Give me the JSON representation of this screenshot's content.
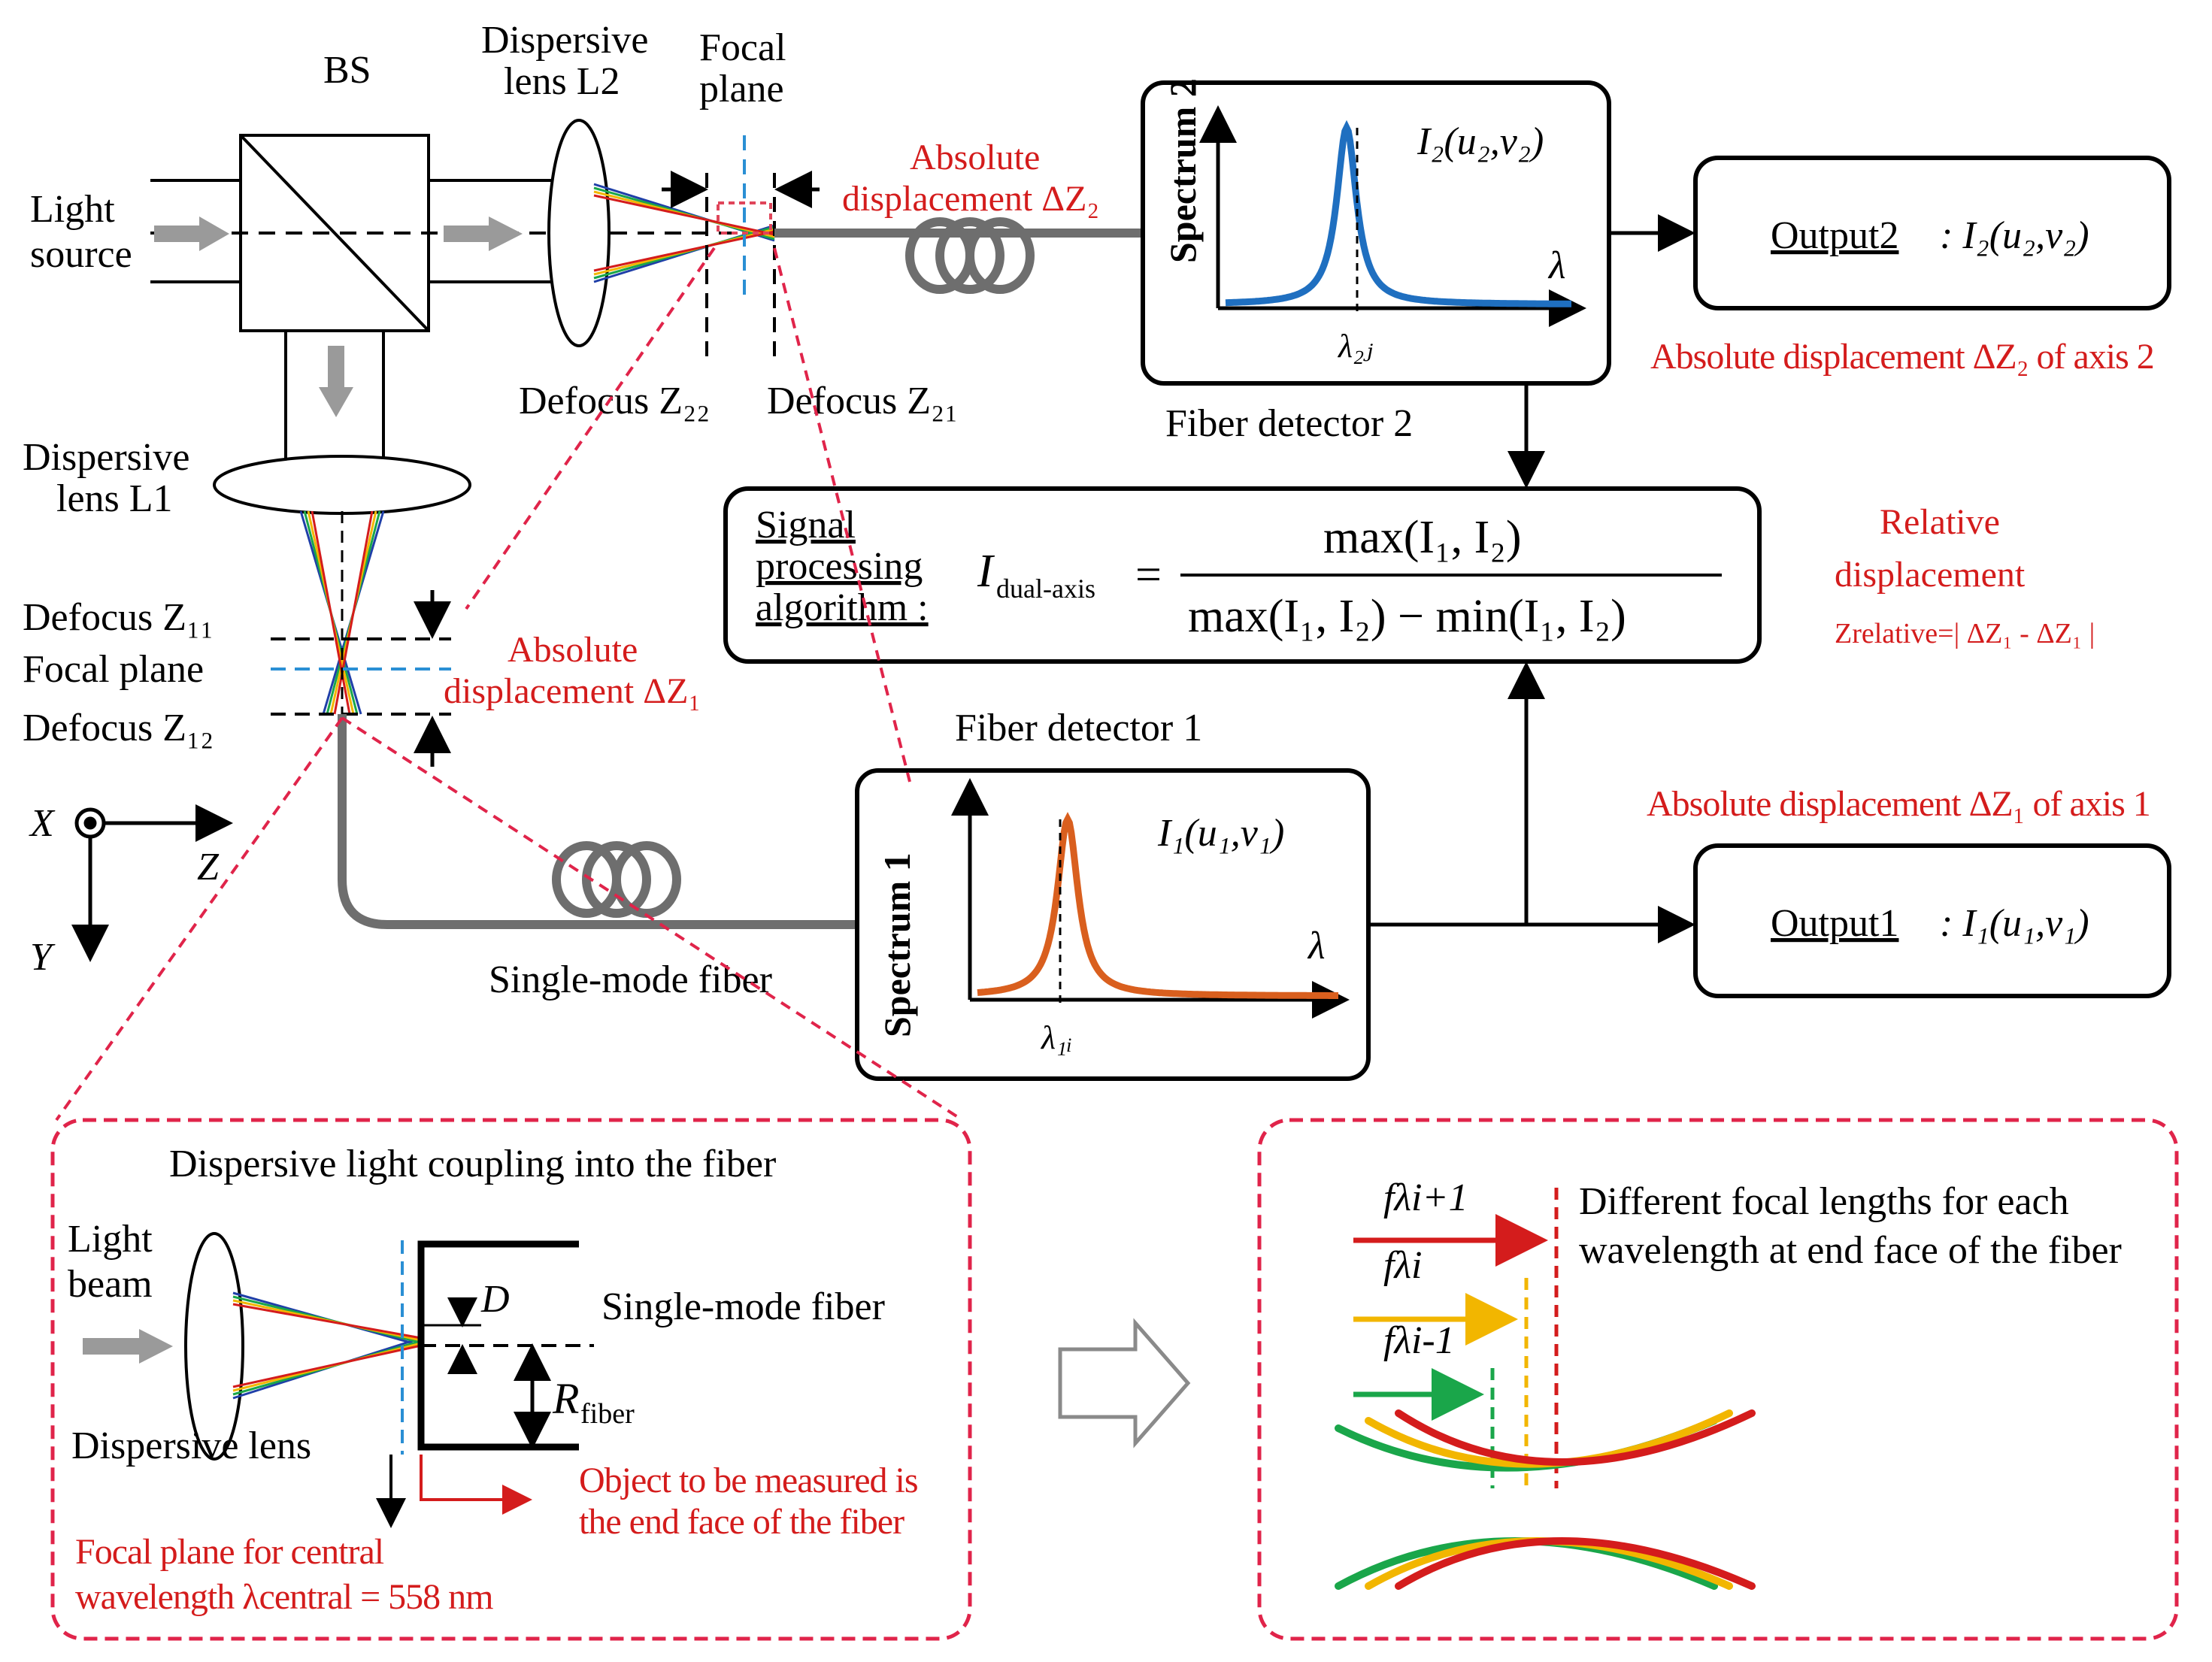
{
  "colors": {
    "red": "#d41c1c",
    "gray": "#7a7a7a",
    "blue_curve": "#1f6fc0",
    "orange_curve": "#d95f1e",
    "green": "#1aa64a",
    "yellow": "#f2b600",
    "dash_blue": "#2a8fd4"
  },
  "labels": {
    "bs": "BS",
    "light_source_1": "Light",
    "light_source_2": "source",
    "lens_l2_1": "Dispersive",
    "lens_l2_2": "lens L2",
    "focal_plane_1": "Focal",
    "focal_plane_2": "plane",
    "abs_disp2_1": "Absolute",
    "abs_disp2_2": "displacement ΔZ₂",
    "defocus_z22": "Defocus Z₂₂",
    "defocus_z21": "Defocus Z₂₁",
    "lens_l1_1": "Dispersive",
    "lens_l1_2": "lens L1",
    "defocus_z11": "Defocus Z₁₁",
    "focal_plane_l1": "Focal plane",
    "defocus_z12": "Defocus Z₁₂",
    "abs_disp1_1": "Absolute",
    "abs_disp1_2": "displacement ΔZ₁",
    "axis_x": "X",
    "axis_z": "Z",
    "axis_y": "Y",
    "single_mode_fiber": "Single-mode fiber",
    "fiber_detector_2": "Fiber detector 2",
    "fiber_detector_1": "Fiber detector 1",
    "spectrum_2": "Spectrum 2",
    "spectrum_1": "Spectrum 1",
    "i2": "I₂(u₂,v₂)",
    "i1": "I₁(u₁,v₁)",
    "lambda": "λ",
    "lambda_2j": "λ₂ⱼ",
    "lambda_1i": "λ₁ᵢ",
    "output2_name": "Output2",
    "output2_value": ": I₂(u₂,v₂)",
    "output1_name": "Output1",
    "output1_value": ": I₁(u₁,v₁)",
    "abs_axis2": "Absolute displacement ΔZ₂ of axis 2",
    "abs_axis1": "Absolute displacement ΔZ₁ of axis 1",
    "rel_1": "Relative",
    "rel_2": "displacement",
    "rel_3": "Zrelative=| ΔZ₁ - ΔZ₁ |",
    "signal_1": "Signal",
    "signal_2": "processing",
    "signal_3": "algorithm :",
    "i_dual_axis": "I",
    "i_dual_axis_sub": "dual-axis",
    "eq": "=",
    "numerator": "max(I₁, I₂)",
    "denominator": "max(I₁, I₂) − min(I₁, I₂)"
  },
  "inset_left": {
    "title": "Dispersive light coupling into the fiber",
    "light_beam_1": "Light",
    "light_beam_2": "beam",
    "d": "D",
    "single_mode_fiber": "Single-mode fiber",
    "r_fiber": "R",
    "r_fiber_sub": "fiber",
    "dispersive_lens": "Dispersive lens",
    "object_1": "Object to be measured is",
    "object_2": "the end face of the fiber",
    "focal_1": "Focal plane for central",
    "focal_2": "wavelength λcentral = 558 nm"
  },
  "inset_right": {
    "f_plus": "fλi+1",
    "f_i": "fλi",
    "f_minus": "fλi-1",
    "desc_1": "Different focal lengths for each",
    "desc_2": "wavelength at end face of the fiber"
  },
  "chart_data": [
    {
      "type": "line",
      "name": "Spectrum 2",
      "xlabel": "λ",
      "peak_label": "λ2j",
      "series": [
        {
          "name": "I2(u2,v2)",
          "peak_position": 0.35,
          "color": "#1f6fc0"
        }
      ]
    },
    {
      "type": "line",
      "name": "Spectrum 1",
      "xlabel": "λ",
      "peak_label": "λ1i",
      "series": [
        {
          "name": "I1(u1,v1)",
          "peak_position": 0.25,
          "color": "#d95f1e"
        }
      ]
    }
  ]
}
